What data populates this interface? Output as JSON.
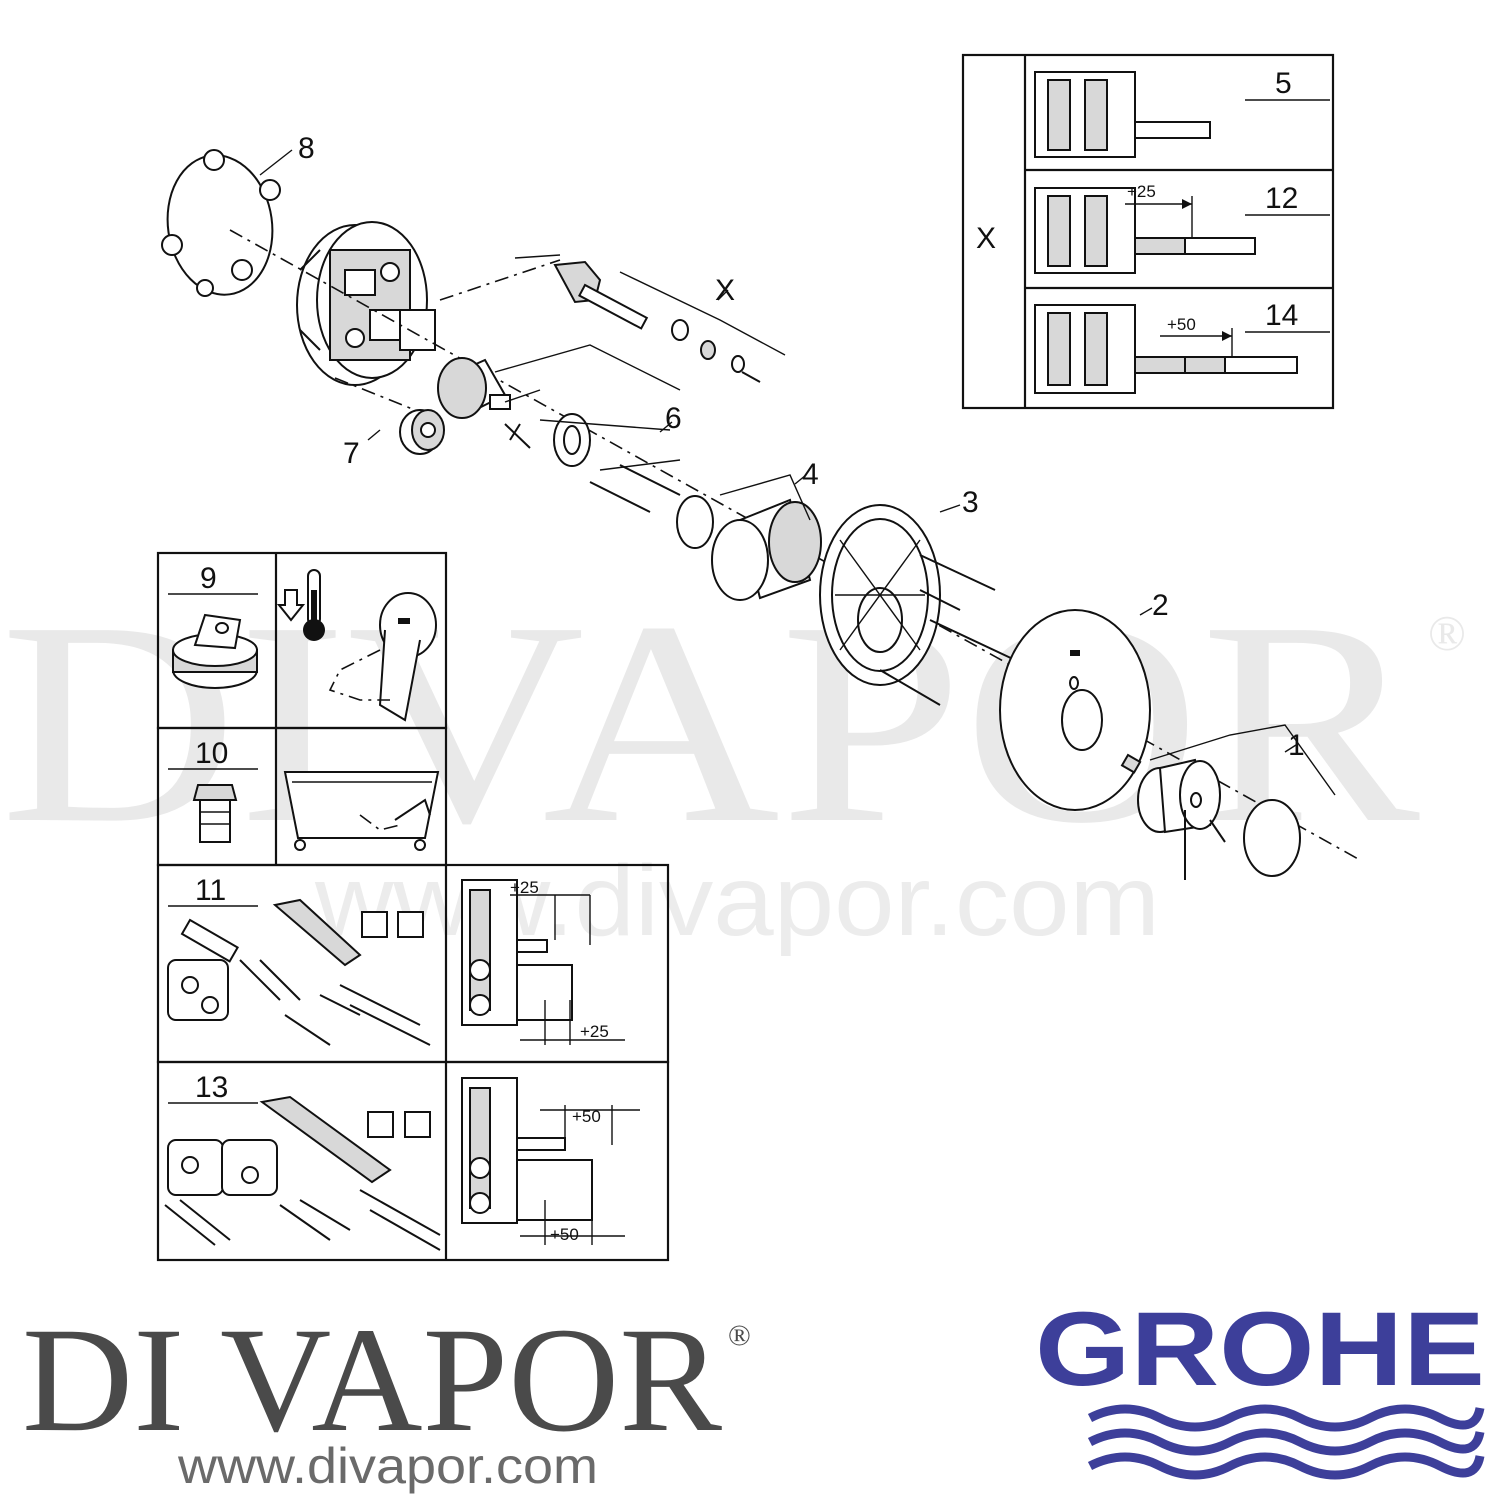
{
  "watermark": {
    "brand": "DIVAPOR",
    "registered": "®",
    "url": "www.divapor.com"
  },
  "logo_divapor": {
    "name": "DI VAPOR",
    "registered": "®",
    "url": "www.divapor.com"
  },
  "logo_grohe": {
    "name": "GROHE",
    "color": "#3d3f9a"
  },
  "part_labels": {
    "p1": "1",
    "p2": "2",
    "p3": "3",
    "p4": "4",
    "p6": "6",
    "p7": "7",
    "p8": "8",
    "px": "X"
  },
  "variant_table": {
    "header": "X",
    "rows": [
      {
        "label": "5",
        "extension": ""
      },
      {
        "label": "12",
        "extension": "+25"
      },
      {
        "label": "14",
        "extension": "+50"
      }
    ]
  },
  "accessory_grid": {
    "items": [
      {
        "label": "9"
      },
      {
        "label": "10"
      },
      {
        "label": "11",
        "dim_top": "+25",
        "dim_bottom": "+25"
      },
      {
        "label": "13",
        "dim_top": "+50",
        "dim_bottom": "+50"
      }
    ]
  }
}
